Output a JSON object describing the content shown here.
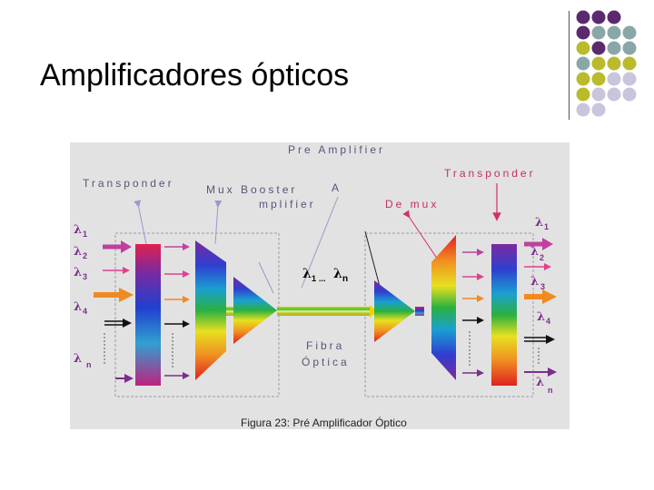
{
  "slide": {
    "title": "Amplificadores ópticos"
  },
  "colors": {
    "purple": "#5b2a6e",
    "teal": "#8aa7a8",
    "olive": "#b9bb2c",
    "lavender": "#c9c5dc",
    "panel": "#e2e2e2"
  },
  "diagram": {
    "pre_amplifier": "Pre Amplifier",
    "transponder_left": "Transponder",
    "mux_booster_line1": "Mux Booster",
    "mux_booster_A": "A",
    "mux_booster_line2": "mplifier",
    "transponder_right": "Transponder",
    "demux": "De mux",
    "lambda_symbol": "λ",
    "left_subscripts": [
      "1",
      "2",
      "3",
      "4",
      "n"
    ],
    "right_subscripts": [
      "1",
      "2",
      "3",
      "4",
      "n"
    ],
    "center_range_sub1": "1",
    "center_range_dots": "...",
    "center_range_subn": "n",
    "fibra_line1": "Fibra",
    "fibra_line2": "Óptica",
    "caption": "Figura 23: Pré Amplificador Óptico"
  }
}
